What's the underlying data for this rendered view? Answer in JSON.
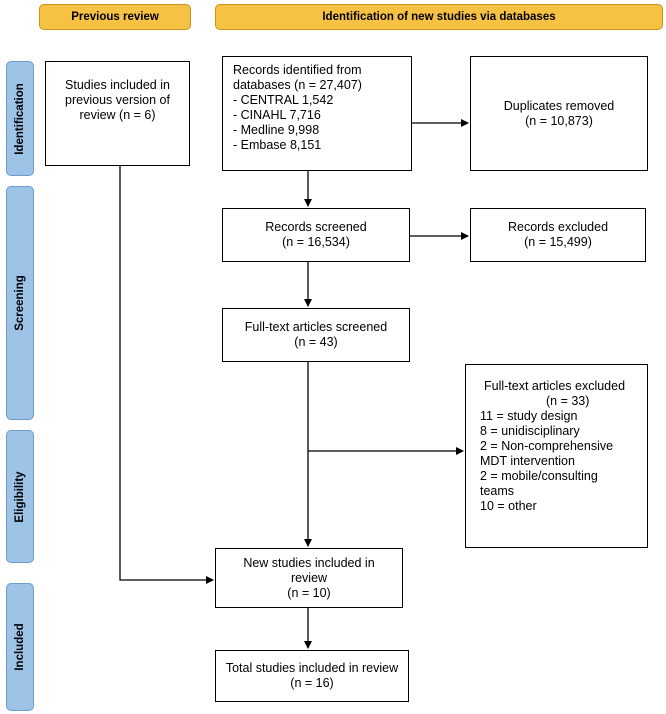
{
  "headers": {
    "previous": "Previous review",
    "new": "Identification of new studies via databases"
  },
  "stages": {
    "identification": "Identification",
    "screening": "Screening",
    "eligibility": "Eligibility",
    "included": "Included"
  },
  "boxes": {
    "previous_studies": [
      "Studies included in",
      "previous version of",
      "review (n = 6)"
    ],
    "records_identified": [
      "Records identified from",
      "databases (n = 27,407)",
      "- CENTRAL 1,542",
      "- CINAHL 7,716",
      "- Medline 9,998",
      "- Embase 8,151"
    ],
    "duplicates_removed": [
      "Duplicates removed",
      "(n = 10,873)"
    ],
    "records_screened": [
      "Records screened",
      "(n = 16,534)"
    ],
    "records_excluded": [
      "Records excluded",
      "(n = 15,499)"
    ],
    "fulltext_screened": [
      "Full-text articles screened",
      "(n = 43)"
    ],
    "fulltext_excluded": [
      "Full-text articles excluded",
      "(n = 33)",
      "11 = study design",
      "8 = unidisciplinary",
      "2 = Non-comprehensive",
      "MDT intervention",
      "2 = mobile/consulting",
      "teams",
      "10 = other"
    ],
    "new_studies": [
      "New studies included in",
      "review",
      "(n = 10)"
    ],
    "total_studies": [
      "Total studies included in review",
      "(n = 16)"
    ]
  },
  "colors": {
    "header_fill": "#f7c244",
    "stage_fill": "#9dc3e6"
  }
}
